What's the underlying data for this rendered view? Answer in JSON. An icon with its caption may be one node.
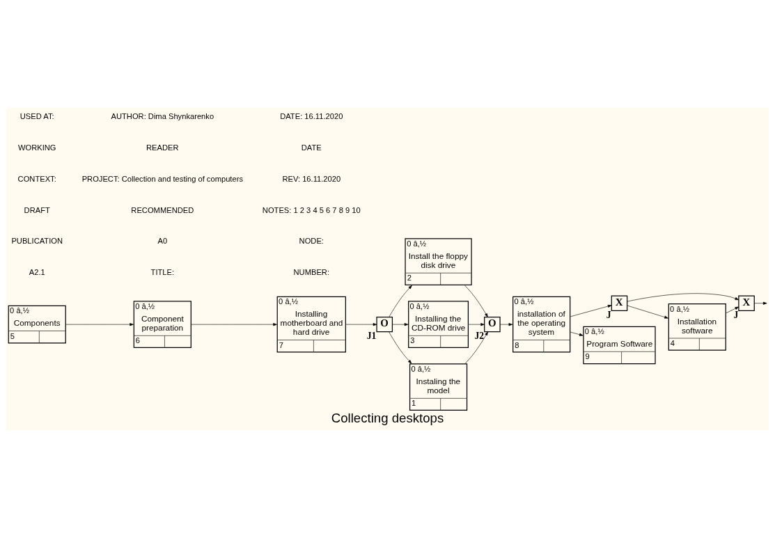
{
  "diagram": {
    "title": "Collecting desktops",
    "nodes": [
      {
        "text": [
          "0 â,½",
          "Components",
          "5"
        ]
      },
      {
        "text": [
          "0 â,½",
          "Component preparation",
          "6"
        ]
      },
      {
        "text": [
          "0 â,½",
          "Installing motherboard and hard drive",
          "7"
        ]
      },
      {
        "text": [
          "O"
        ],
        "beside": [
          "J1"
        ]
      },
      {
        "text": [
          "0 â,½",
          "Install the floppy disk drive",
          "2"
        ]
      },
      {
        "text": [
          "0 â,½",
          "Installing the CD-ROM drive",
          "3"
        ]
      },
      {
        "text": [
          "0 â,½",
          "Instaling the model",
          "1"
        ]
      },
      {
        "text": [
          "O"
        ],
        "beside": [
          "J2"
        ]
      },
      {
        "text": [
          "0 â,½",
          "installation of the operating system",
          "8"
        ]
      },
      {
        "text": [
          "X"
        ],
        "beside": [
          "J"
        ]
      },
      {
        "text": [
          "X"
        ],
        "beside": [
          "J"
        ]
      },
      {
        "text": [
          "0 â,½",
          "Installation software",
          "4"
        ]
      },
      {
        "text": [
          "0 â,½",
          "Program Software",
          "9"
        ]
      }
    ],
    "edges": [
      {
        "from": 0,
        "to": 1,
        "arrow": "to"
      },
      {
        "from": 1,
        "to": 2,
        "arrow": "to"
      },
      {
        "from": 2,
        "to": 3,
        "arrow": "to"
      },
      {
        "from": 3,
        "to": 4,
        "arrow": "to"
      },
      {
        "from": 3,
        "to": 5,
        "arrow": "to"
      },
      {
        "from": 3,
        "to": 6,
        "arrow": "to"
      },
      {
        "from": 4,
        "to": 7,
        "arrow": "to"
      },
      {
        "from": 5,
        "to": 7,
        "arrow": "to"
      },
      {
        "from": 6,
        "to": 7,
        "arrow": "to"
      },
      {
        "from": 7,
        "to": 8,
        "arrow": "to"
      },
      {
        "from": 8,
        "to": 9,
        "arrow": "to"
      },
      {
        "from": 8,
        "to": 12,
        "arrow": "to"
      },
      {
        "from": 9,
        "to": 10,
        "arrow": "to"
      },
      {
        "from": 9,
        "to": 11,
        "arrow": "to"
      },
      {
        "from": 11,
        "to": 10,
        "arrow": "to"
      },
      {
        "from": 10,
        "to": null,
        "arrow": "to"
      }
    ],
    "labels": [
      "USED AT:",
      "AUTHOR: Dima Shynkarenko",
      "DATE: 16.11.2020",
      "WORKING",
      "READER",
      "DATE",
      "CONTEXT:",
      "PROJECT: Collection and testing of computers",
      "REV: 16.11.2020",
      "DRAFT",
      "RECOMMENDED",
      "NOTES: 1 2 3 4 5 6 7 8 9 10",
      "PUBLICATION",
      "A0",
      "NODE:",
      "A2.1",
      "TITLE:",
      "NUMBER:"
    ]
  }
}
